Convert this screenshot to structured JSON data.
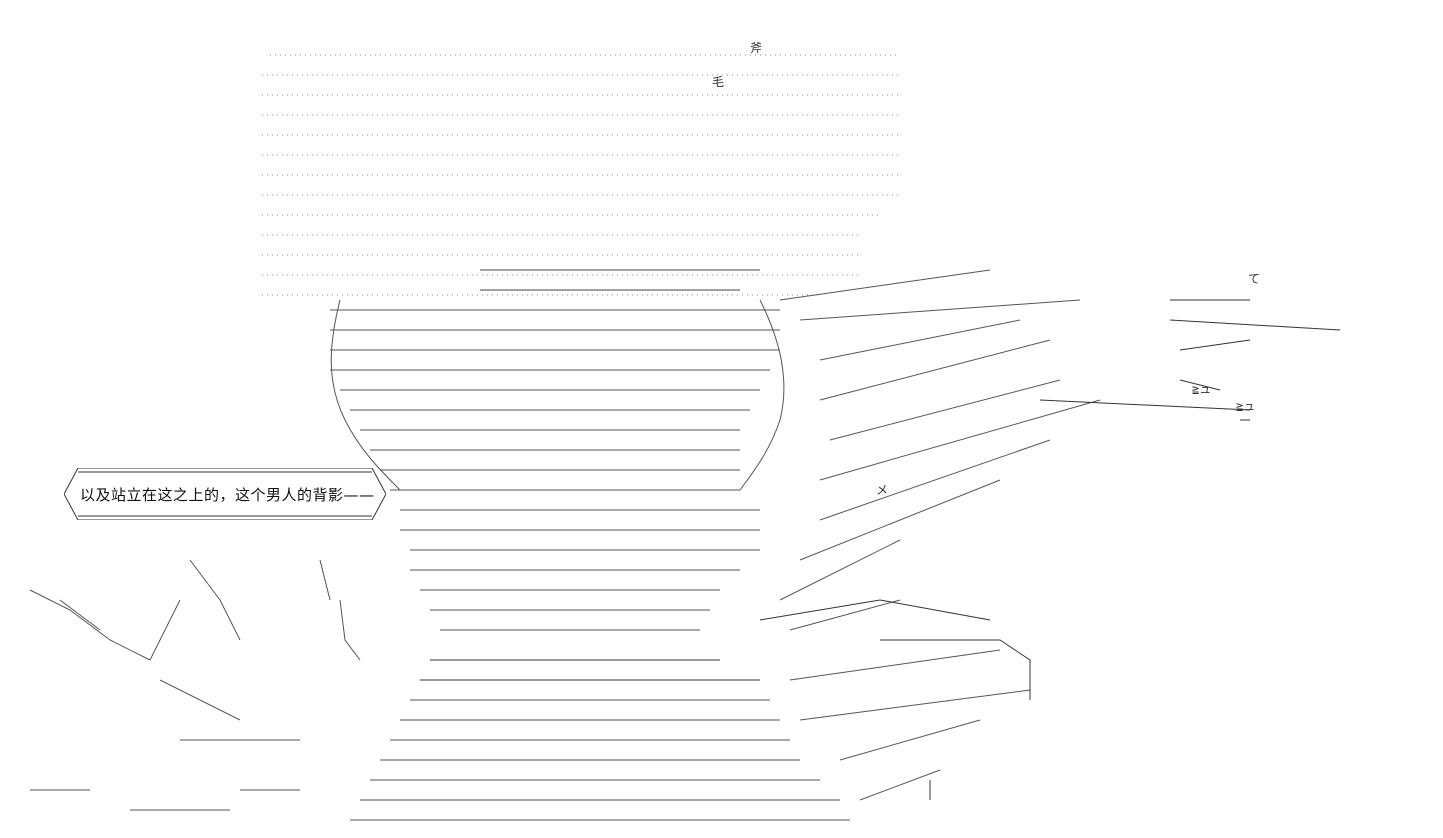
{
  "caption": {
    "text": "以及站立在这之上的，这个男人的背影——"
  },
  "art_marks": {
    "top_label": "斧",
    "top_label_2": "毛",
    "right_label": "て",
    "right_marks": "≧ュ",
    "right_marks_2": "≧ュ",
    "mid_mark": "メ"
  },
  "colors": {
    "ink": "#333333",
    "background": "#ffffff"
  }
}
